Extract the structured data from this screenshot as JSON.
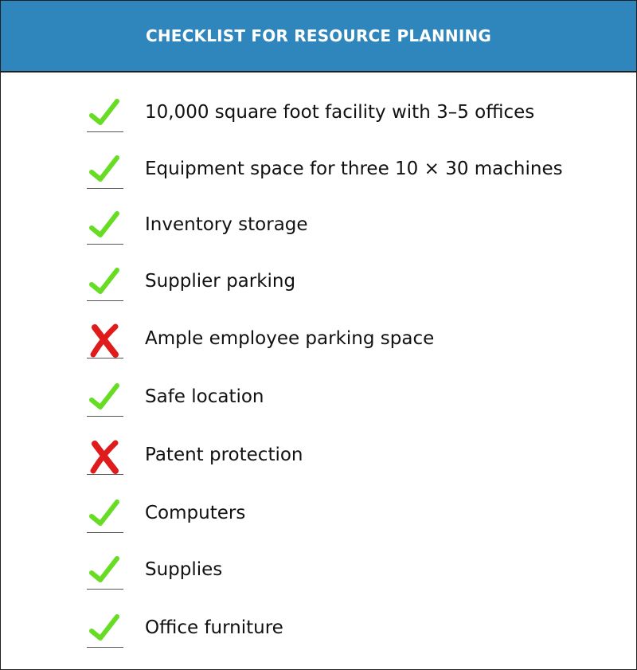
{
  "title": "CHECKLIST FOR RESOURCE PLANNING",
  "colors": {
    "header": "#2e86bd",
    "check": "#66dd22",
    "cross": "#e01b1b"
  },
  "items": [
    {
      "label": "10,000 square foot facility with 3–5 offices",
      "status": "check"
    },
    {
      "label": "Equipment space for three 10 × 30 machines",
      "status": "check"
    },
    {
      "label": "Inventory storage",
      "status": "check"
    },
    {
      "label": "Supplier parking",
      "status": "check"
    },
    {
      "label": "Ample employee parking space",
      "status": "cross"
    },
    {
      "label": "Safe location",
      "status": "check"
    },
    {
      "label": "Patent protection",
      "status": "cross"
    },
    {
      "label": "Computers",
      "status": "check"
    },
    {
      "label": "Supplies",
      "status": "check"
    },
    {
      "label": "Office furniture",
      "status": "check"
    }
  ]
}
